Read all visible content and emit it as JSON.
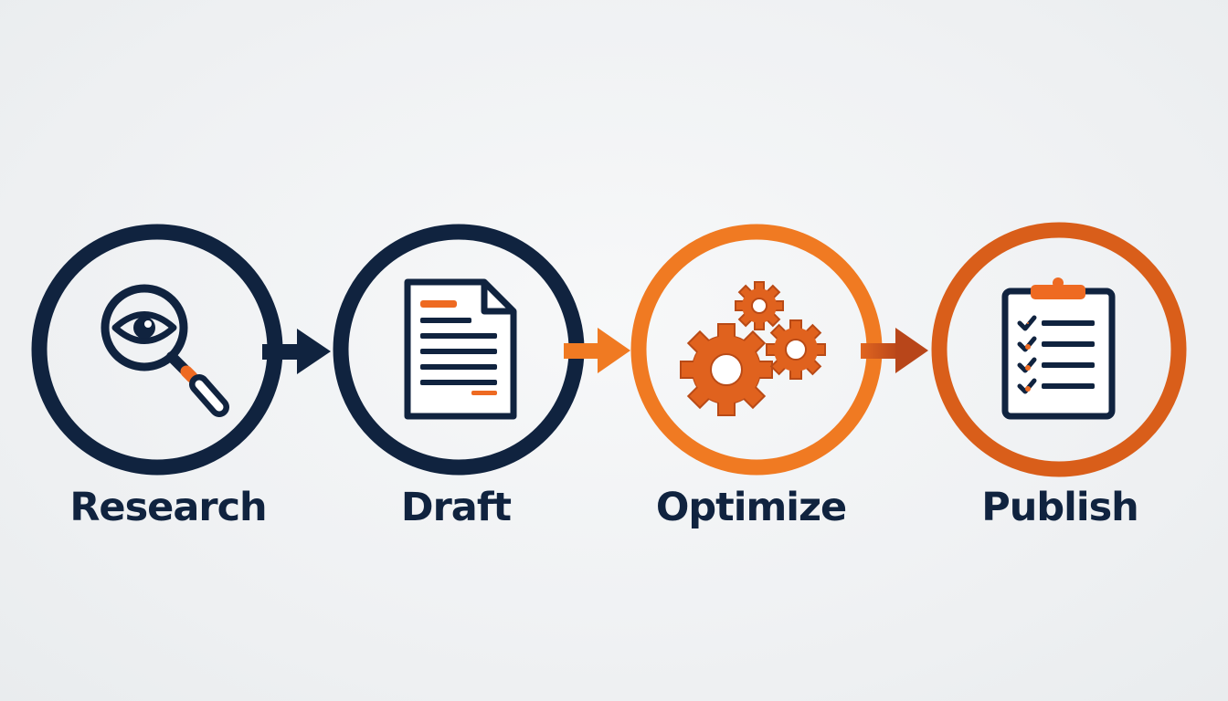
{
  "colors": {
    "navy": "#10233f",
    "orange": "#f07a22",
    "dark_orange": "#d95e1a",
    "accent_orange": "#ee6a22",
    "background": "#eef0f2"
  },
  "steps": [
    {
      "label": "Research",
      "icon": "magnifier-eye-icon",
      "color": "#10233f"
    },
    {
      "label": "Draft",
      "icon": "document-icon",
      "color": "#10233f"
    },
    {
      "label": "Optimize",
      "icon": "gears-icon",
      "color": "#f07a22"
    },
    {
      "label": "Publish",
      "icon": "clipboard-checklist-icon",
      "color": "#d95e1a"
    }
  ],
  "arrows": [
    {
      "from": "Research",
      "to": "Draft",
      "color": "#10233f"
    },
    {
      "from": "Draft",
      "to": "Optimize",
      "color": "#f07a22"
    },
    {
      "from": "Optimize",
      "to": "Publish",
      "color": "#c9521b"
    }
  ]
}
